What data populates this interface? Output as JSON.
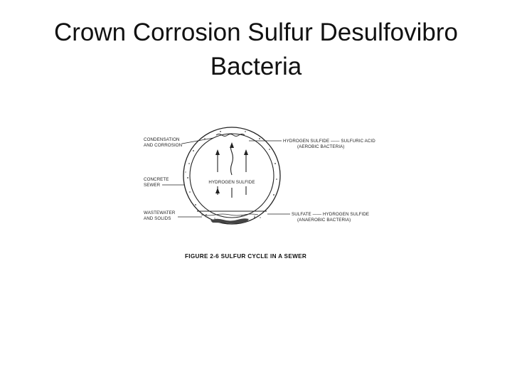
{
  "slide": {
    "title_line1": "Crown Corrosion Sulfur Desulfovibro",
    "title_line2": "Bacteria"
  },
  "figure": {
    "left_labels": {
      "condensation_1": "CONDENSATION",
      "condensation_2": "AND CORROSION",
      "concrete_1": "CONCRETE",
      "concrete_2": "SEWER",
      "wastewater_1": "WASTEWATER",
      "wastewater_2": "AND SOLIDS"
    },
    "right_labels": {
      "top_line1": "HYDROGEN SULFIDE —— SULFURIC ACID",
      "top_line2": "(AEROBIC BACTERIA)",
      "bottom_line1": "SULFATE —— HYDROGEN SULFIDE",
      "bottom_line2": "(ANAEROBIC BACTERIA)"
    },
    "center_label": "HYDROGEN SULFIDE",
    "caption": "FIGURE 2-6 SULFUR CYCLE IN A SEWER"
  }
}
